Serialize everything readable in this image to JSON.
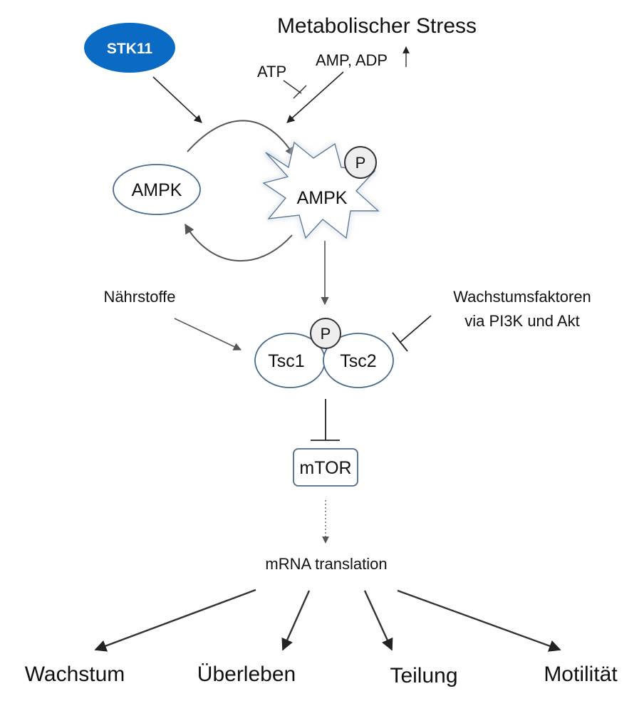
{
  "title": "Metabolischer Stress",
  "inputs": {
    "stk11": "STK11",
    "atp": "ATP",
    "amp_adp": "AMP, ADP",
    "nutrients": "Nährstoffe",
    "growth_factors_line1": "Wachstumsfaktoren",
    "growth_factors_line2": "via PI3K und Akt"
  },
  "nodes": {
    "ampk_inactive": "AMPK",
    "ampk_active": "AMPK",
    "phospho_ampk": "P",
    "tsc1": "Tsc1",
    "tsc2": "Tsc2",
    "phospho_tsc": "P",
    "mtor": "mTOR",
    "translation": "mRNA translation"
  },
  "outputs": {
    "growth": "Wachstum",
    "survival": "Überleben",
    "division": "Teilung",
    "motility": "Motilität"
  },
  "colors": {
    "stk11_fill": "#0b6bc4",
    "node_stroke": "#4a6a8c",
    "phospho_fill": "#eeeeee",
    "arrow": "#444444",
    "text": "#111111"
  }
}
